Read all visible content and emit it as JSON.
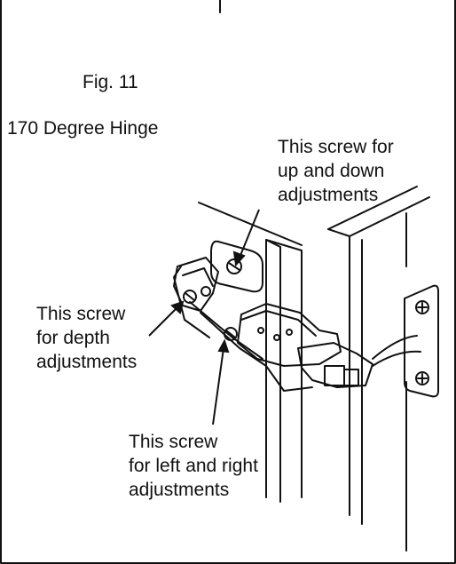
{
  "figure": {
    "number_label": "Fig. 11",
    "title": "170 Degree Hinge"
  },
  "callouts": {
    "up_down": {
      "lines": [
        "This screw for",
        "up and down",
        "adjustments"
      ]
    },
    "depth": {
      "lines": [
        "This screw",
        "for depth",
        "adjustments"
      ]
    },
    "left_right": {
      "lines": [
        "This screw",
        "for left and right",
        "adjustments"
      ]
    }
  },
  "colors": {
    "ink": "#111111",
    "background": "#ffffff"
  }
}
